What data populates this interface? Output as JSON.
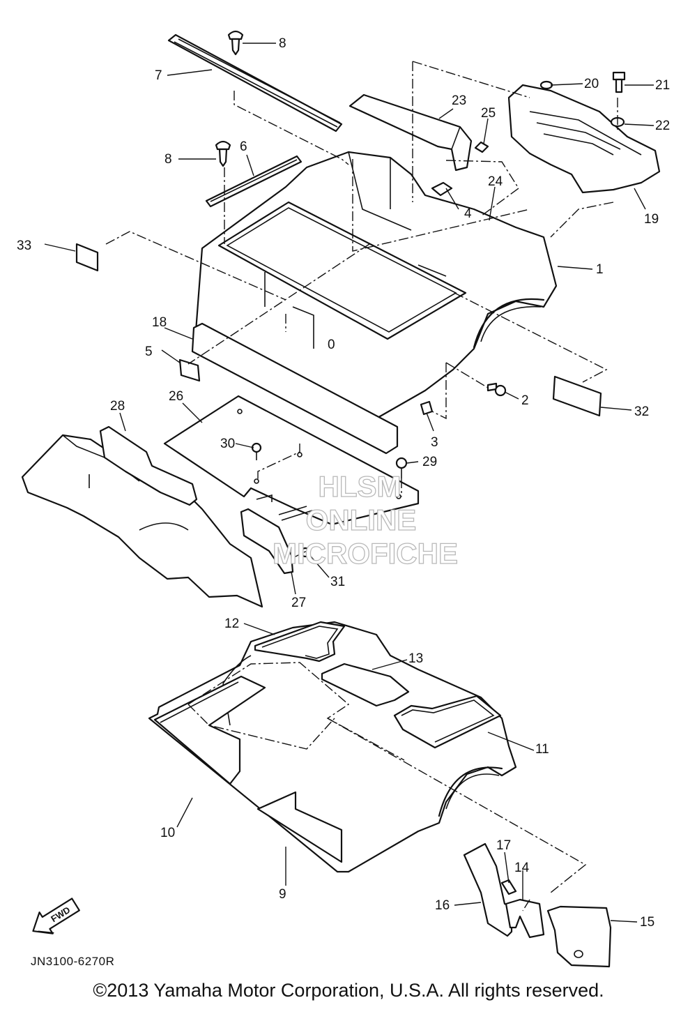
{
  "watermark": {
    "line1": "HLSM",
    "line2": "ONLINE",
    "line3": "MICROFICHE"
  },
  "drawing_code": "JN3100-6270R",
  "fwd_label": "FWD",
  "copyright": "©2013 Yamaha Motor Corporation, U.S.A. All rights reserved.",
  "callouts": [
    "1",
    "2",
    "3",
    "4",
    "5",
    "6",
    "7",
    "8",
    "8",
    "9",
    "10",
    "11",
    "12",
    "13",
    "14",
    "15",
    "16",
    "17",
    "18",
    "19",
    "20",
    "21",
    "22",
    "23",
    "24",
    "25",
    "26",
    "27",
    "28",
    "29",
    "30",
    "31",
    "32",
    "33"
  ]
}
